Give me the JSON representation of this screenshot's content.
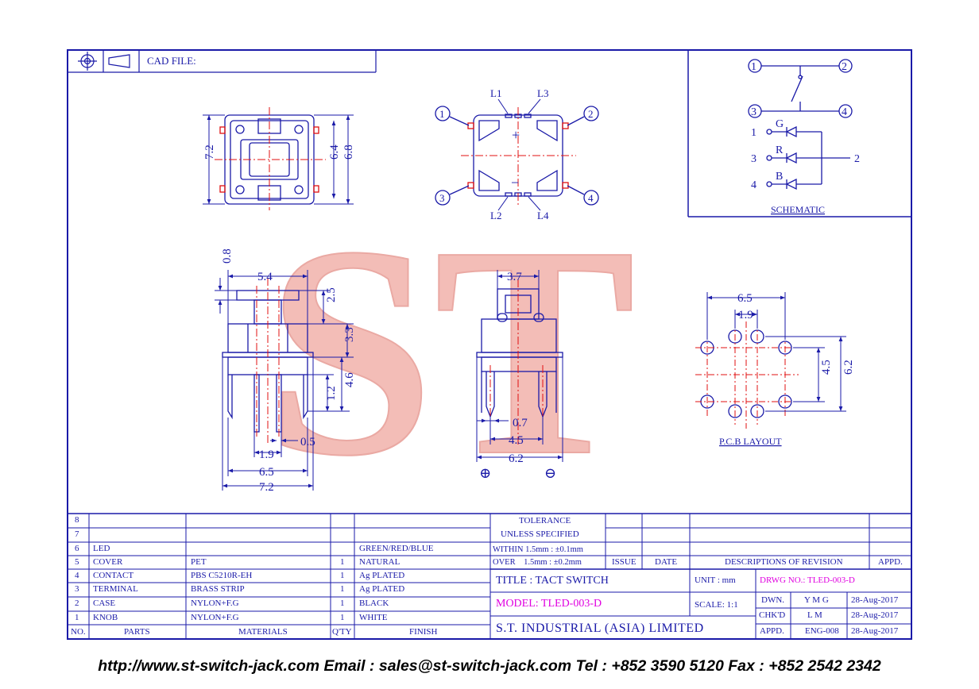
{
  "header": {
    "cad_file_label": "CAD FILE:"
  },
  "watermark": {
    "text": "ST"
  },
  "dimensions": {
    "top_view": [
      "7.2",
      "6.4",
      "6.8"
    ],
    "pins": [
      "1",
      "2",
      "3",
      "4"
    ],
    "leds": [
      "L1",
      "L3",
      "L2",
      "L4"
    ],
    "polarity": [
      "+",
      "−"
    ],
    "front_view": [
      "0.8",
      "5.4",
      "2.5",
      "3.3",
      "4.6",
      "1.2",
      "0.5",
      "1.9",
      "6.5",
      "7.2"
    ],
    "side_view": [
      "3.7",
      "0.7",
      "4.5",
      "6.2"
    ],
    "polarity_marks": [
      "⊕",
      "⊖"
    ],
    "pcb": [
      "6.5",
      "1.9",
      "4.5",
      "6.2"
    ]
  },
  "schematic": {
    "pins": [
      "1",
      "2",
      "3",
      "4"
    ],
    "led_labels": [
      "G",
      "R",
      "B"
    ],
    "led_pins": [
      "1",
      "3",
      "4",
      "2"
    ],
    "title": "SCHEMATIC"
  },
  "pcb_layout": {
    "title": "P.C.B  LAYOUT"
  },
  "bom": {
    "rows": [
      {
        "no": "8",
        "part": "",
        "material": "",
        "qty": "",
        "finish": ""
      },
      {
        "no": "7",
        "part": "",
        "material": "",
        "qty": "",
        "finish": ""
      },
      {
        "no": "6",
        "part": "LED",
        "material": "",
        "qty": "",
        "finish": "GREEN/RED/BLUE"
      },
      {
        "no": "5",
        "part": "COVER",
        "material": "PET",
        "qty": "1",
        "finish": "NATURAL"
      },
      {
        "no": "4",
        "part": "CONTACT",
        "material": "PBS C5210R-EH",
        "qty": "1",
        "finish": "Ag PLATED"
      },
      {
        "no": "3",
        "part": "TERMINAL",
        "material": "BRASS STRIP",
        "qty": "1",
        "finish": "Ag PLATED"
      },
      {
        "no": "2",
        "part": "CASE",
        "material": "NYLON+F.G",
        "qty": "1",
        "finish": "BLACK"
      },
      {
        "no": "1",
        "part": "KNOB",
        "material": "NYLON+F.G",
        "qty": "1",
        "finish": "WHITE"
      }
    ],
    "headers": {
      "no": "NO.",
      "parts": "PARTS",
      "materials": "MATERIALS",
      "qty": "Q'TY",
      "finish": "FINISH"
    }
  },
  "tolerance": {
    "line1": "TOLERANCE",
    "line2": "UNLESS  SPECIFIED",
    "within": "WITHIN  1.5mm : ±0.1mm",
    "over": "OVER    1.5mm : ±0.2mm"
  },
  "revision": {
    "issue": "ISSUE",
    "date": "DATE",
    "desc": "DESCRIPTIONS  OF  REVISION",
    "appd": "APPD."
  },
  "title_block": {
    "title": "TITLE : TACT SWITCH",
    "unit": "UNIT :   mm",
    "drwg_no": "DRWG NO.: TLED-003-D",
    "model": "MODEL: TLED-003-D",
    "scale": "SCALE:  1:1",
    "company": "S.T.  INDUSTRIAL  (ASIA)  LIMITED",
    "dwn_label": "DWN.",
    "dwn_value": "Y M G",
    "dwn_date": "28-Aug-2017",
    "chkd_label": "CHK'D",
    "chkd_value": "L M",
    "chkd_date": "28-Aug-2017",
    "appd_label": "APPD.",
    "appd_value": "ENG-008",
    "appd_date": "28-Aug-2017"
  },
  "footer": {
    "text": "http://www.st-switch-jack.com  Email : sales@st-switch-jack.com  Tel : +852 3590 5120  Fax : +852 2542 2342"
  },
  "colors": {
    "frame": "#1a1aa8",
    "magenta": "#e000e0",
    "watermark": "#f2b6b0",
    "centerline": "#e01010"
  }
}
